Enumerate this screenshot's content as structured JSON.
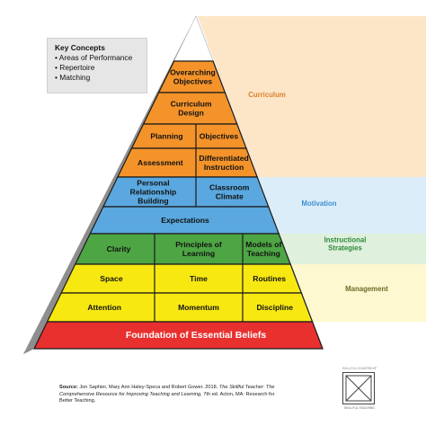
{
  "key_concepts": {
    "title": "Key Concepts",
    "items": [
      "Areas of Performance",
      "Repertoire",
      "Matching"
    ]
  },
  "pyramid": {
    "layers": [
      {
        "cells": [
          "Overarching\nObjectives"
        ]
      },
      {
        "cells": [
          "Curriculum\nDesign"
        ]
      },
      {
        "cells": [
          "Planning",
          "Objectives"
        ]
      },
      {
        "cells": [
          "Assessment",
          "Differentiated\nInstruction"
        ]
      },
      {
        "cells": [
          "Personal\nRelationship\nBuilding",
          "Classroom\nClimate"
        ]
      },
      {
        "cells": [
          "Expectations"
        ]
      },
      {
        "cells": [
          "Clarity",
          "Principles of\nLearning",
          "Models of\nTeaching"
        ]
      },
      {
        "cells": [
          "Space",
          "Time",
          "Routines"
        ]
      },
      {
        "cells": [
          "Attention",
          "Momentum",
          "Discipline"
        ]
      }
    ],
    "foundation": "Foundation of Essential Beliefs"
  },
  "bands": {
    "curriculum": "Curriculum",
    "motivation": "Motivation",
    "instructional": "Instructional\nStrategies",
    "management": "Management"
  },
  "colors": {
    "curriculum": "#f4932a",
    "motivation": "#5aa8df",
    "instructional": "#4da544",
    "management": "#f7e812",
    "foundation": "#e8302f",
    "curriculum_band": "#fde5c8",
    "motivation_band": "#dcedfa",
    "instructional_band": "#dff0dc",
    "management_band": "#fdf8cf",
    "curriculum_label": "#d9832a",
    "motivation_label": "#3c8ecd",
    "instructional_label": "#2e8a3a",
    "management_label": "#6f6a2a",
    "side_light": "#c4c4c4",
    "side_dark": "#5a5a5a"
  },
  "source": {
    "lead": "Source:",
    "authors": " Jon Saphier, Mary Ann Haley-Speca and Robert Gower. 2018.",
    "title_italic": "The Skillful Teacher: The Comprehensive Resource for Improving Teaching and Learning,",
    "tail": " 7th ed. Acton, MA: Research for Better Teaching."
  },
  "logo": {
    "top": "SKILLFUL LEADERSHIP",
    "caption": "SKILLFUL TEACHING"
  }
}
